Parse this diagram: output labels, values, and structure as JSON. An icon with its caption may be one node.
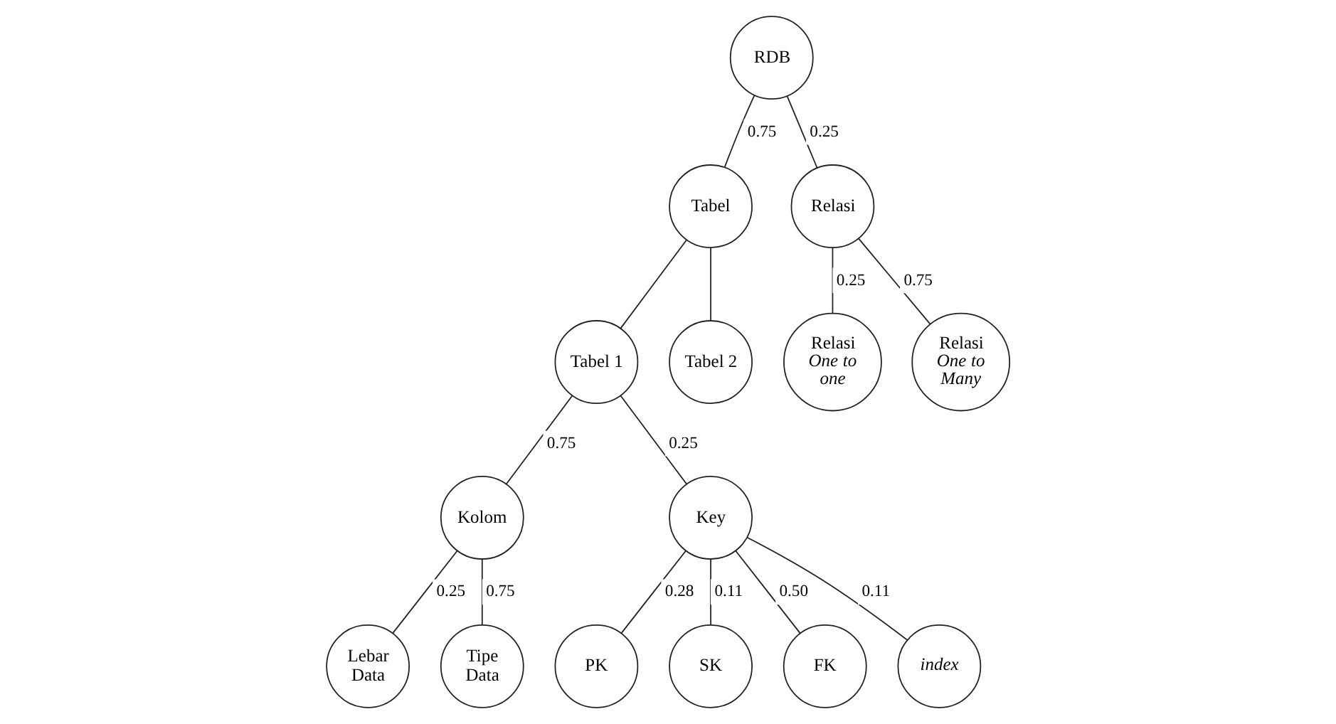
{
  "diagram": {
    "nodes": [
      {
        "text": [
          "Lebar Data"
        ]
      },
      {
        "text": [
          "Tipe Data"
        ]
      },
      {
        "text": [
          "Kolom"
        ]
      },
      {
        "text": [
          "Tabel 1"
        ]
      },
      {
        "text": [
          "Tabel"
        ]
      },
      {
        "text": [
          "RDB"
        ]
      },
      {
        "text": [
          "Relasi *One to one*"
        ]
      },
      {
        "text": [
          "Relasi"
        ]
      },
      {
        "text": [
          "Relasi *One to Many*"
        ]
      },
      {
        "text": [
          "Key"
        ]
      },
      {
        "text": [
          "Tabel 2"
        ]
      },
      {
        "text": [
          "PK"
        ]
      },
      {
        "text": [
          "SK"
        ]
      },
      {
        "text": [
          "FK"
        ]
      },
      {
        "text": [
          "index"
        ]
      }
    ],
    "edges": [
      {
        "from": 5,
        "to": 4,
        "arrow": "none",
        "label": "0.75"
      },
      {
        "from": 5,
        "to": 7,
        "arrow": "none",
        "label": "0.25"
      },
      {
        "from": 4,
        "to": 3,
        "arrow": "none"
      },
      {
        "from": 4,
        "to": 10,
        "arrow": "none"
      },
      {
        "from": 7,
        "to": 6,
        "arrow": "none",
        "label": "0.25"
      },
      {
        "from": 7,
        "to": 8,
        "arrow": "none",
        "label": "0.75"
      },
      {
        "from": 3,
        "to": 2,
        "arrow": "none",
        "label": "0.75"
      },
      {
        "from": 3,
        "to": 9,
        "arrow": "none",
        "label": "0.25"
      },
      {
        "from": 2,
        "to": 0,
        "arrow": "none",
        "label": "0.25"
      },
      {
        "from": 2,
        "to": 1,
        "arrow": "none",
        "label": "0.75"
      },
      {
        "from": 9,
        "to": 11,
        "arrow": "none",
        "label": "0.28"
      },
      {
        "from": 9,
        "to": 12,
        "arrow": "none",
        "label": "0.11"
      },
      {
        "from": 9,
        "to": 13,
        "arrow": "none",
        "label": "0.50"
      },
      {
        "from": 9,
        "to": 14,
        "arrow": "none",
        "label": "0.11"
      }
    ]
  }
}
